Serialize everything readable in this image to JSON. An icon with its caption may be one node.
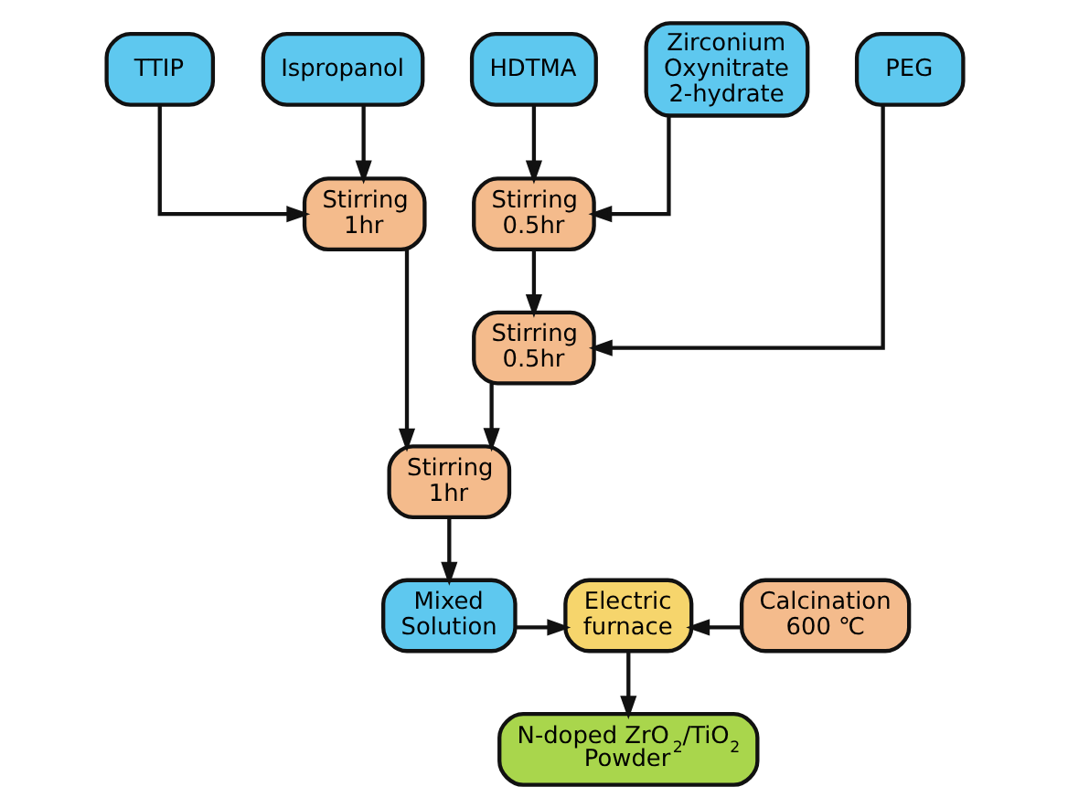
{
  "diagram": {
    "nodes": [
      {
        "text": [
          "TTIP"
        ]
      },
      {
        "text": [
          "Ispropanol"
        ]
      },
      {
        "text": [
          "HDTMA"
        ]
      },
      {
        "text": [
          "Zirconium Oxynitrate 2-hydrate"
        ]
      },
      {
        "text": [
          "PEG"
        ]
      },
      {
        "text": [
          "Stirring 1hr"
        ]
      },
      {
        "text": [
          "Stirring 0.5hr"
        ]
      },
      {
        "text": [
          "Stirring 0.5hr"
        ]
      },
      {
        "text": [
          "Stirring 1hr"
        ]
      },
      {
        "text": [
          "Mixed Solution"
        ]
      },
      {
        "text": [
          "Electric furnace"
        ]
      },
      {
        "text": [
          "Calcination 600 ℃"
        ]
      },
      {
        "text": [
          "N-doped ZrO$_{2}$/TiO$_{2}$ Powder"
        ]
      }
    ],
    "edges": [
      {
        "from": 0,
        "to": 5,
        "arrow": "to"
      },
      {
        "from": 1,
        "to": 5,
        "arrow": "to"
      },
      {
        "from": 2,
        "to": 6,
        "arrow": "to"
      },
      {
        "from": 3,
        "to": 6,
        "arrow": "to"
      },
      {
        "from": 6,
        "to": 7,
        "arrow": "to"
      },
      {
        "from": 4,
        "to": 7,
        "arrow": "to"
      },
      {
        "from": 5,
        "to": 8,
        "arrow": "to"
      },
      {
        "from": 7,
        "to": 8,
        "arrow": "to"
      },
      {
        "from": 8,
        "to": 9,
        "arrow": "to"
      },
      {
        "from": 9,
        "to": 10,
        "arrow": "to"
      },
      {
        "from": 11,
        "to": 10,
        "arrow": "to"
      },
      {
        "from": 10,
        "to": 12,
        "arrow": "to"
      }
    ]
  }
}
